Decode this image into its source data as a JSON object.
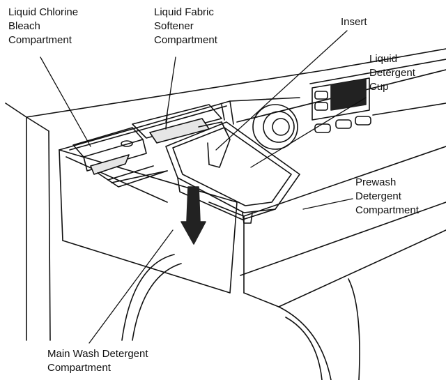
{
  "labels": {
    "liquid_chlorine_bleach": [
      "Liquid Chlorine",
      "Bleach",
      "Compartment"
    ],
    "liquid_fabric_softener": [
      "Liquid Fabric",
      "Softener",
      "Compartment"
    ],
    "insert": [
      "Insert"
    ],
    "liquid_detergent_cup": [
      "Liquid",
      "Detergent",
      "Cup"
    ],
    "prewash_detergent": [
      "Prewash",
      "Detergent",
      "Compartment"
    ],
    "main_wash_detergent": [
      "Main Wash Detergent",
      "Compartment"
    ]
  },
  "colors": {
    "line": "#111111",
    "background": "#ffffff",
    "shade": "#e6e6e6",
    "dark": "#222222"
  },
  "icons": {
    "insert_arrow": "arrow-down-icon"
  }
}
